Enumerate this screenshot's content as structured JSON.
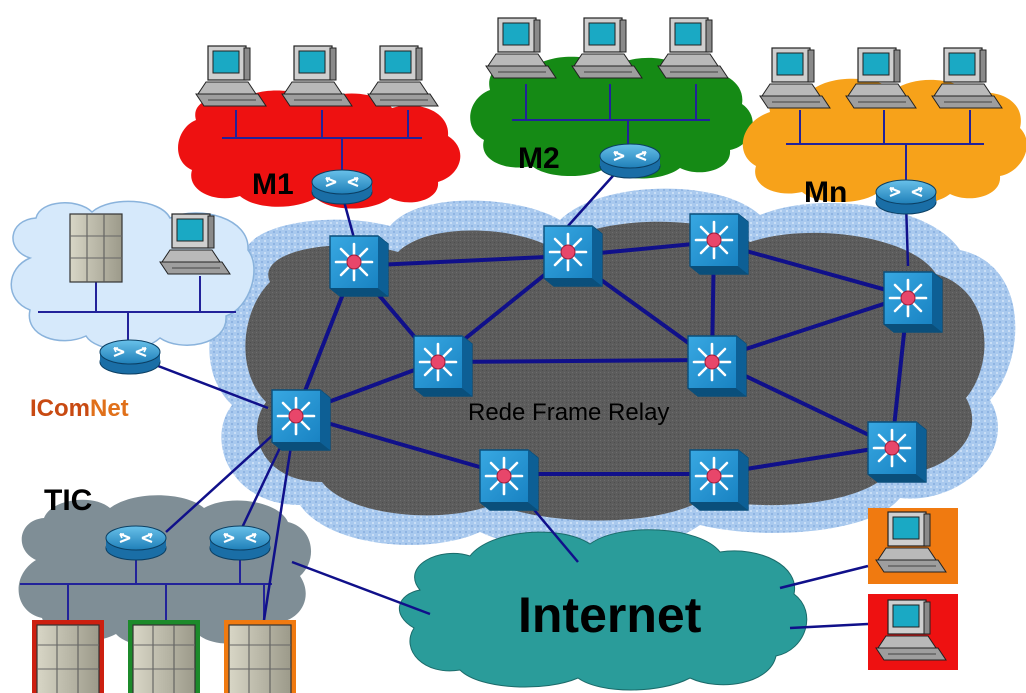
{
  "labels": {
    "m1": "M1",
    "m2": "M2",
    "mn": "Mn",
    "frame_relay": "Rede Frame Relay",
    "internet": "Internet",
    "tic": "TIC",
    "icomnet_prefix": "ICom",
    "icomnet_suffix": "Net"
  },
  "colors": {
    "m1_cloud": "#ee1111",
    "m2_cloud": "#158a15",
    "mn_cloud": "#f7a21a",
    "icomnet_cloud": "#d6e9fb",
    "frame_relay_cloud": "#5e5e5e",
    "frame_relay_halo": "#a9c9ee",
    "tic_cloud": "#7f8e96",
    "internet_cloud": "#2a9c9a",
    "link": "#10108a",
    "switch_face": "#1f8fd0",
    "switch_dark": "#0b5e92",
    "router_body": "#2f9bd0",
    "icomnet_red": "#c84a12",
    "terminal_orange": "#f07a10",
    "terminal_red": "#ee1111"
  },
  "icons": [
    "router-icon",
    "switch-icon",
    "workstation-icon",
    "server-icon",
    "cloud-icon"
  ]
}
